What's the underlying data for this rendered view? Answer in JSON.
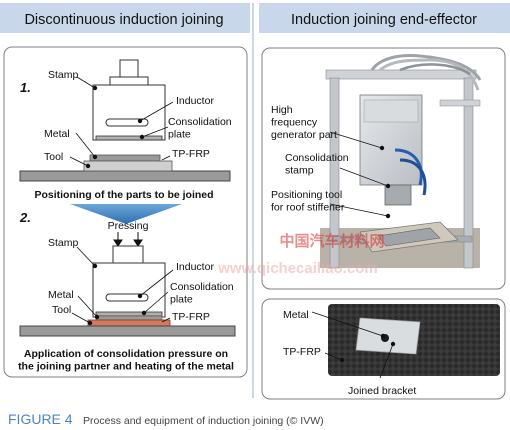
{
  "colors": {
    "header_bg": "#c8d8ea",
    "panel_border": "#7f7f7f",
    "arrow_blue": "#3f86c6",
    "tool_gray": "#9a9a9a",
    "consolidation_plate": "#b0b0b0",
    "tp_frp_heated": "#d4785e",
    "figure_label": "#4e85c1",
    "watermark_red": "#d93030"
  },
  "left_panel": {
    "title": "Discontinuous induction joining",
    "step1": {
      "number": "1.",
      "labels": {
        "stamp": "Stamp",
        "inductor": "Inductor",
        "consolidation_plate": "Consolidation\nplate",
        "metal": "Metal",
        "tool": "Tool",
        "tp_frp": "TP-FRP"
      },
      "caption": "Positioning of the parts to be joined"
    },
    "step2": {
      "number": "2.",
      "pressing": "Pressing",
      "labels": {
        "stamp": "Stamp",
        "inductor": "Inductor",
        "consolidation_plate": "Consolidation\nplate",
        "metal": "Metal",
        "tool": "Tool",
        "tp_frp": "TP-FRP"
      },
      "caption": "Application of consolidation pressure on\nthe joining partner and heating of the metal"
    }
  },
  "right_panel": {
    "title": "Induction joining end-effector",
    "photo_top": {
      "labels": {
        "generator": "High\nfrequency\ngenerator part",
        "stamp": "Consolidation\nstamp",
        "positioning_tool": "Positioning tool\nfor roof stiffener"
      }
    },
    "photo_bottom": {
      "labels": {
        "metal": "Metal",
        "tp_frp": "TP-FRP",
        "bracket": "Joined bracket"
      }
    }
  },
  "watermark": {
    "line1": "中国汽车材料网",
    "line2": "www.qichecailiao.com"
  },
  "caption": {
    "figure": "FIGURE 4",
    "text": "Process and equipment of induction joining (© IVW)"
  }
}
